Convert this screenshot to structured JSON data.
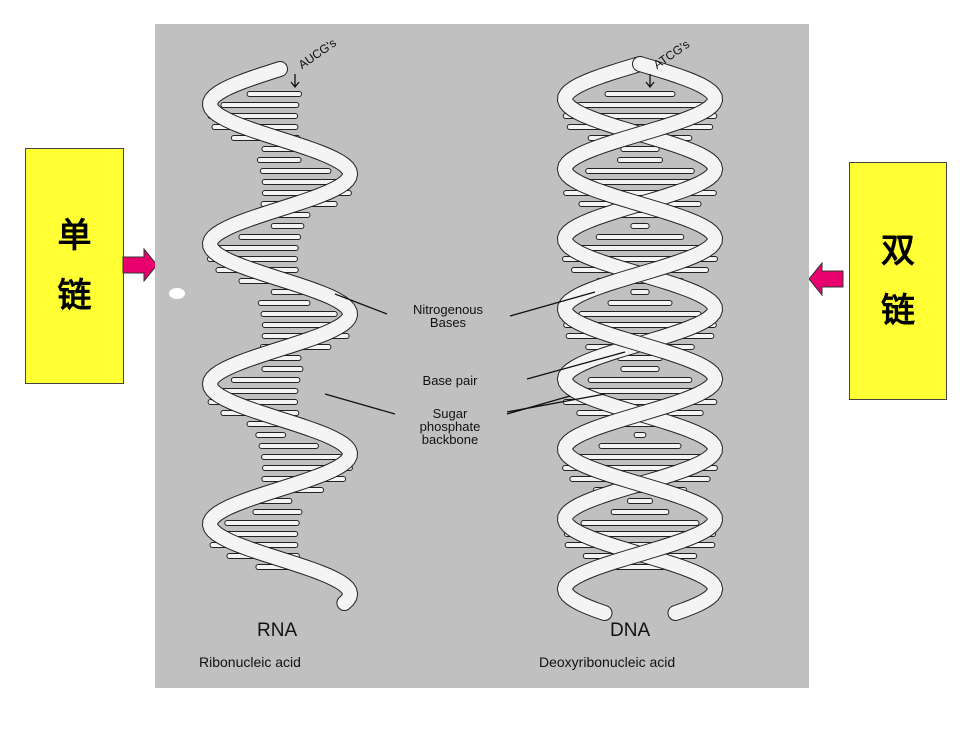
{
  "left_callout": {
    "char1": "单",
    "char2": "链"
  },
  "right_callout": {
    "char1": "双",
    "char2": "链"
  },
  "rna": {
    "top_label": "AUCG's",
    "name": "RNA",
    "full_name": "Ribonucleic acid"
  },
  "dna": {
    "top_label": "ATCG's",
    "name": "DNA",
    "full_name": "Deoxyribonucleic acid"
  },
  "annotations": {
    "nitrogenous_line1": "Nitrogenous",
    "nitrogenous_line2": "Bases",
    "base_pair": "Base pair",
    "sugar_line1": "Sugar",
    "sugar_line2": "phosphate",
    "sugar_line3": "backbone"
  },
  "colors": {
    "panel": "#c0c0c0",
    "callout": "#ffff33",
    "arrow": "#e8006e",
    "ribbon": "#f4f4f4",
    "outline": "#222222"
  }
}
